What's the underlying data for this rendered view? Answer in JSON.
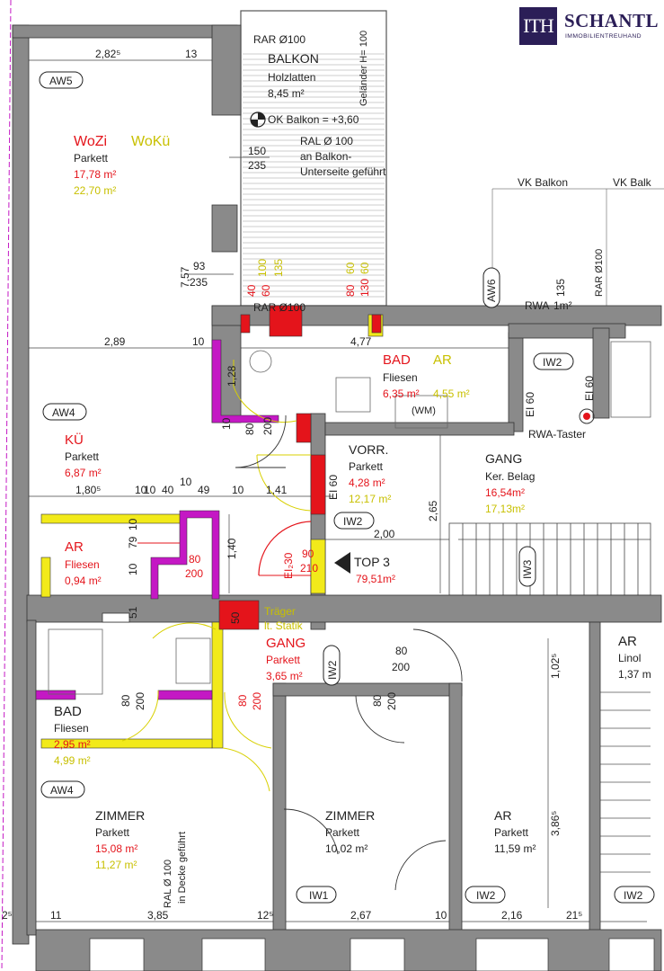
{
  "brand": {
    "mark": "ITH",
    "name": "SCHANTL",
    "sub": "IMMOBILIENTREUHAND"
  },
  "colors": {
    "wall": "#8a8a8a",
    "red": "#e4141b",
    "yellow": "#f2ea1a",
    "magenta": "#c418c4",
    "door": "#d8d000"
  },
  "labels": {
    "rar_top": "RAR Ø100",
    "balkon": "BALKON",
    "holzlatten": "Holzlatten",
    "balkon_area": "8,45 m²",
    "gelaender": "Geländer H= 100",
    "ok_balkon": "OK Balkon = +3,60",
    "ral_100": "RAL Ø 100",
    "an_balkon": "an Balkon-",
    "unterseite": "Unterseite geführt",
    "vk_balkon_1": "VK Balkon",
    "vk_balkon_2": "VK Balk",
    "rar_right": "RAR Ø100",
    "d_282": "2,82⁵",
    "d_13": "13",
    "aw5": "AW5",
    "d_150": "150",
    "d_235a": "235",
    "wozi": "WoZi",
    "wokue": "WoKü",
    "parkett_wozi": "Parkett",
    "wozi_a1": "17,78 m²",
    "wozi_a2": "22,70 m²",
    "d_757": "7,57",
    "d_93": "93",
    "d_235b": "235",
    "d_40": "40",
    "d_60": "60",
    "d_100": "100",
    "d_135": "135",
    "d_80": "80",
    "d_60b": "60",
    "d_130": "130",
    "d_60c": "60",
    "aw6": "AW6",
    "rwa": "RWA",
    "d_1m2": "1m²",
    "d_135b": "135",
    "rar_bot": "RAR Ø100",
    "d_289": "2,89",
    "d_10a": "10",
    "d_477": "4,77",
    "bad": "BAD",
    "ar_bad": "AR",
    "fliesen_bad": "Fliesen",
    "bad_a1": "6,35 m²",
    "bad_a2": "4,55 m²",
    "wm": "(WM)",
    "d_128": "1,28",
    "iw2_a": "IW2",
    "ei60_a": "EI 60",
    "ei60_b": "EI 60",
    "rwa_taster": "RWA-Taster",
    "aw4_a": "AW4",
    "kue": "KÜ",
    "parkett_kue": "Parkett",
    "kue_a": "6,87 m²",
    "d_80a": "80",
    "d_200a": "200",
    "d_10b": "10",
    "vorr": "VORR.",
    "parkett_vorr": "Parkett",
    "vorr_a1": "4,28 m²",
    "vorr_a2": "12,17 m²",
    "ei60_c": "EI 60",
    "gang": "GANG",
    "ker": "Ker. Belag",
    "gang_a1": "16,54m²",
    "gang_a2": "17,13m²",
    "d_180": "1,80⁵",
    "d_10c": "10",
    "d_40b": "40",
    "d_10d": "10",
    "d_49": "49",
    "d_10e": "10",
    "d_141": "1,41",
    "d_10f": "10",
    "iw2_b": "IW2",
    "d_265": "2,65",
    "d_200": "2,00",
    "ar_small": "AR",
    "fliesen_ar": "Fliesen",
    "ar_small_a": "0,94 m²",
    "d_79": "79",
    "d_10g": "10",
    "d_10h": "10",
    "d_80b": "80",
    "d_200b": "200",
    "d_140": "1,40",
    "ei230": "EI₂30",
    "d_90": "90",
    "d_210": "210",
    "top3": "TOP 3",
    "top3_a": "79,51m²",
    "iw3": "IW3",
    "d_51": "51",
    "d_50": "50",
    "traeger": "Träger",
    "statik": "lt. Statik",
    "gang2": "GANG",
    "parkett_gang2": "Parkett",
    "gang2_a": "3,65 m²",
    "iw2_c": "IW2",
    "d_80c": "80",
    "d_200c": "200",
    "d_80d": "80",
    "d_200d": "200",
    "d_80e": "80",
    "d_200e": "200",
    "d_80f": "80",
    "d_200f": "200",
    "d_102": "1,02⁵",
    "ar_linol": "AR",
    "linol": "Linol",
    "linol_a": "1,37 m",
    "bad2": "BAD",
    "fliesen_bad2": "Fliesen",
    "bad2_a1": "2,95 m²",
    "bad2_a2": "4,99 m²",
    "aw4_b": "AW4",
    "zimmer1": "ZIMMER",
    "parkett_z1": "Parkett",
    "z1_a1": "15,08 m²",
    "z1_a2": "11,27 m²",
    "ral_decke": "RAL Ø 100",
    "in_decke": "in Decke geführt",
    "zimmer2": "ZIMMER",
    "parkett_z2": "Parkett",
    "z2_a": "10,02 m²",
    "ar_big": "AR",
    "parkett_ar_big": "Parkett",
    "ar_big_a": "11,59 m²",
    "d_386": "3,86⁵",
    "iw1": "IW1",
    "iw2_d": "IW2",
    "iw2_e": "IW2",
    "d_2_5": "2⁵",
    "d_11": "11",
    "d_385": "3,85",
    "d_12_5": "12⁵",
    "d_267": "2,67",
    "d_10i": "10",
    "d_216": "2,16",
    "d_21_5": "21⁵"
  }
}
